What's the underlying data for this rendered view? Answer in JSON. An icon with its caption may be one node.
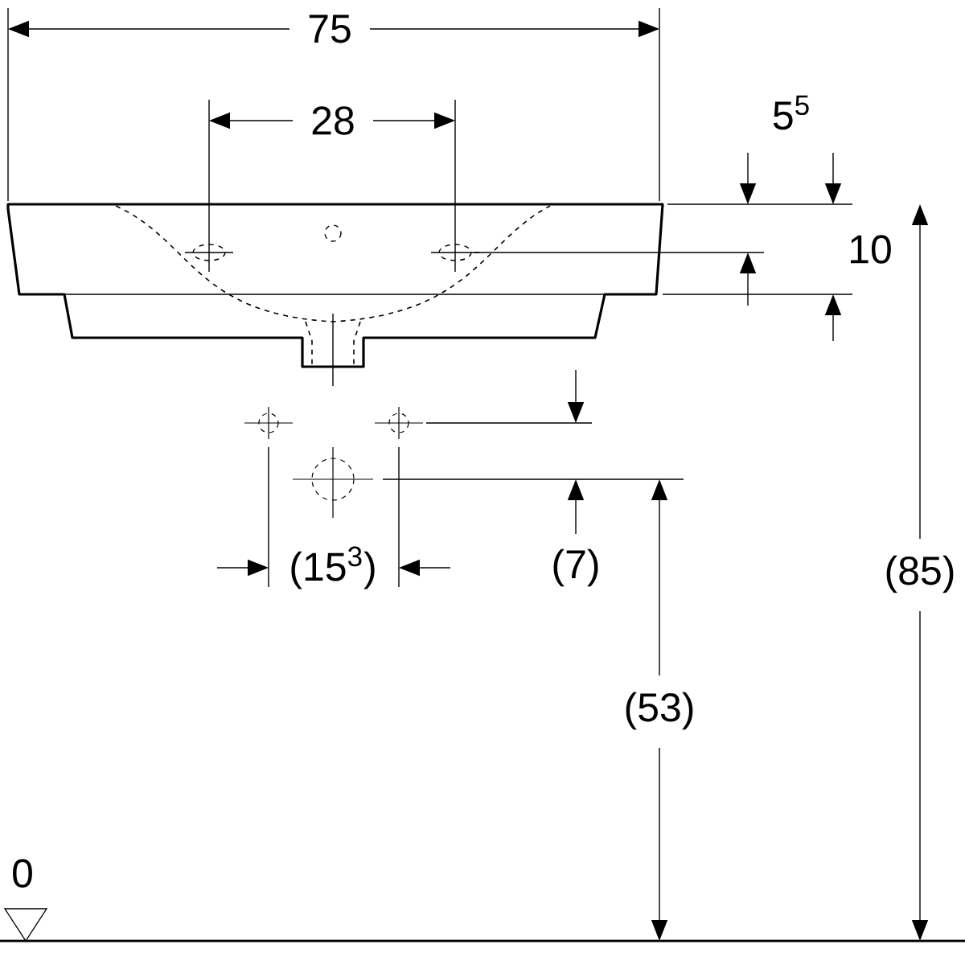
{
  "diagram": {
    "labels": [
      "75",
      "28",
      "5$^{5}$",
      "10",
      "(15$^{3}$)",
      "(7)",
      "(85)",
      "(53)",
      "0"
    ]
  }
}
